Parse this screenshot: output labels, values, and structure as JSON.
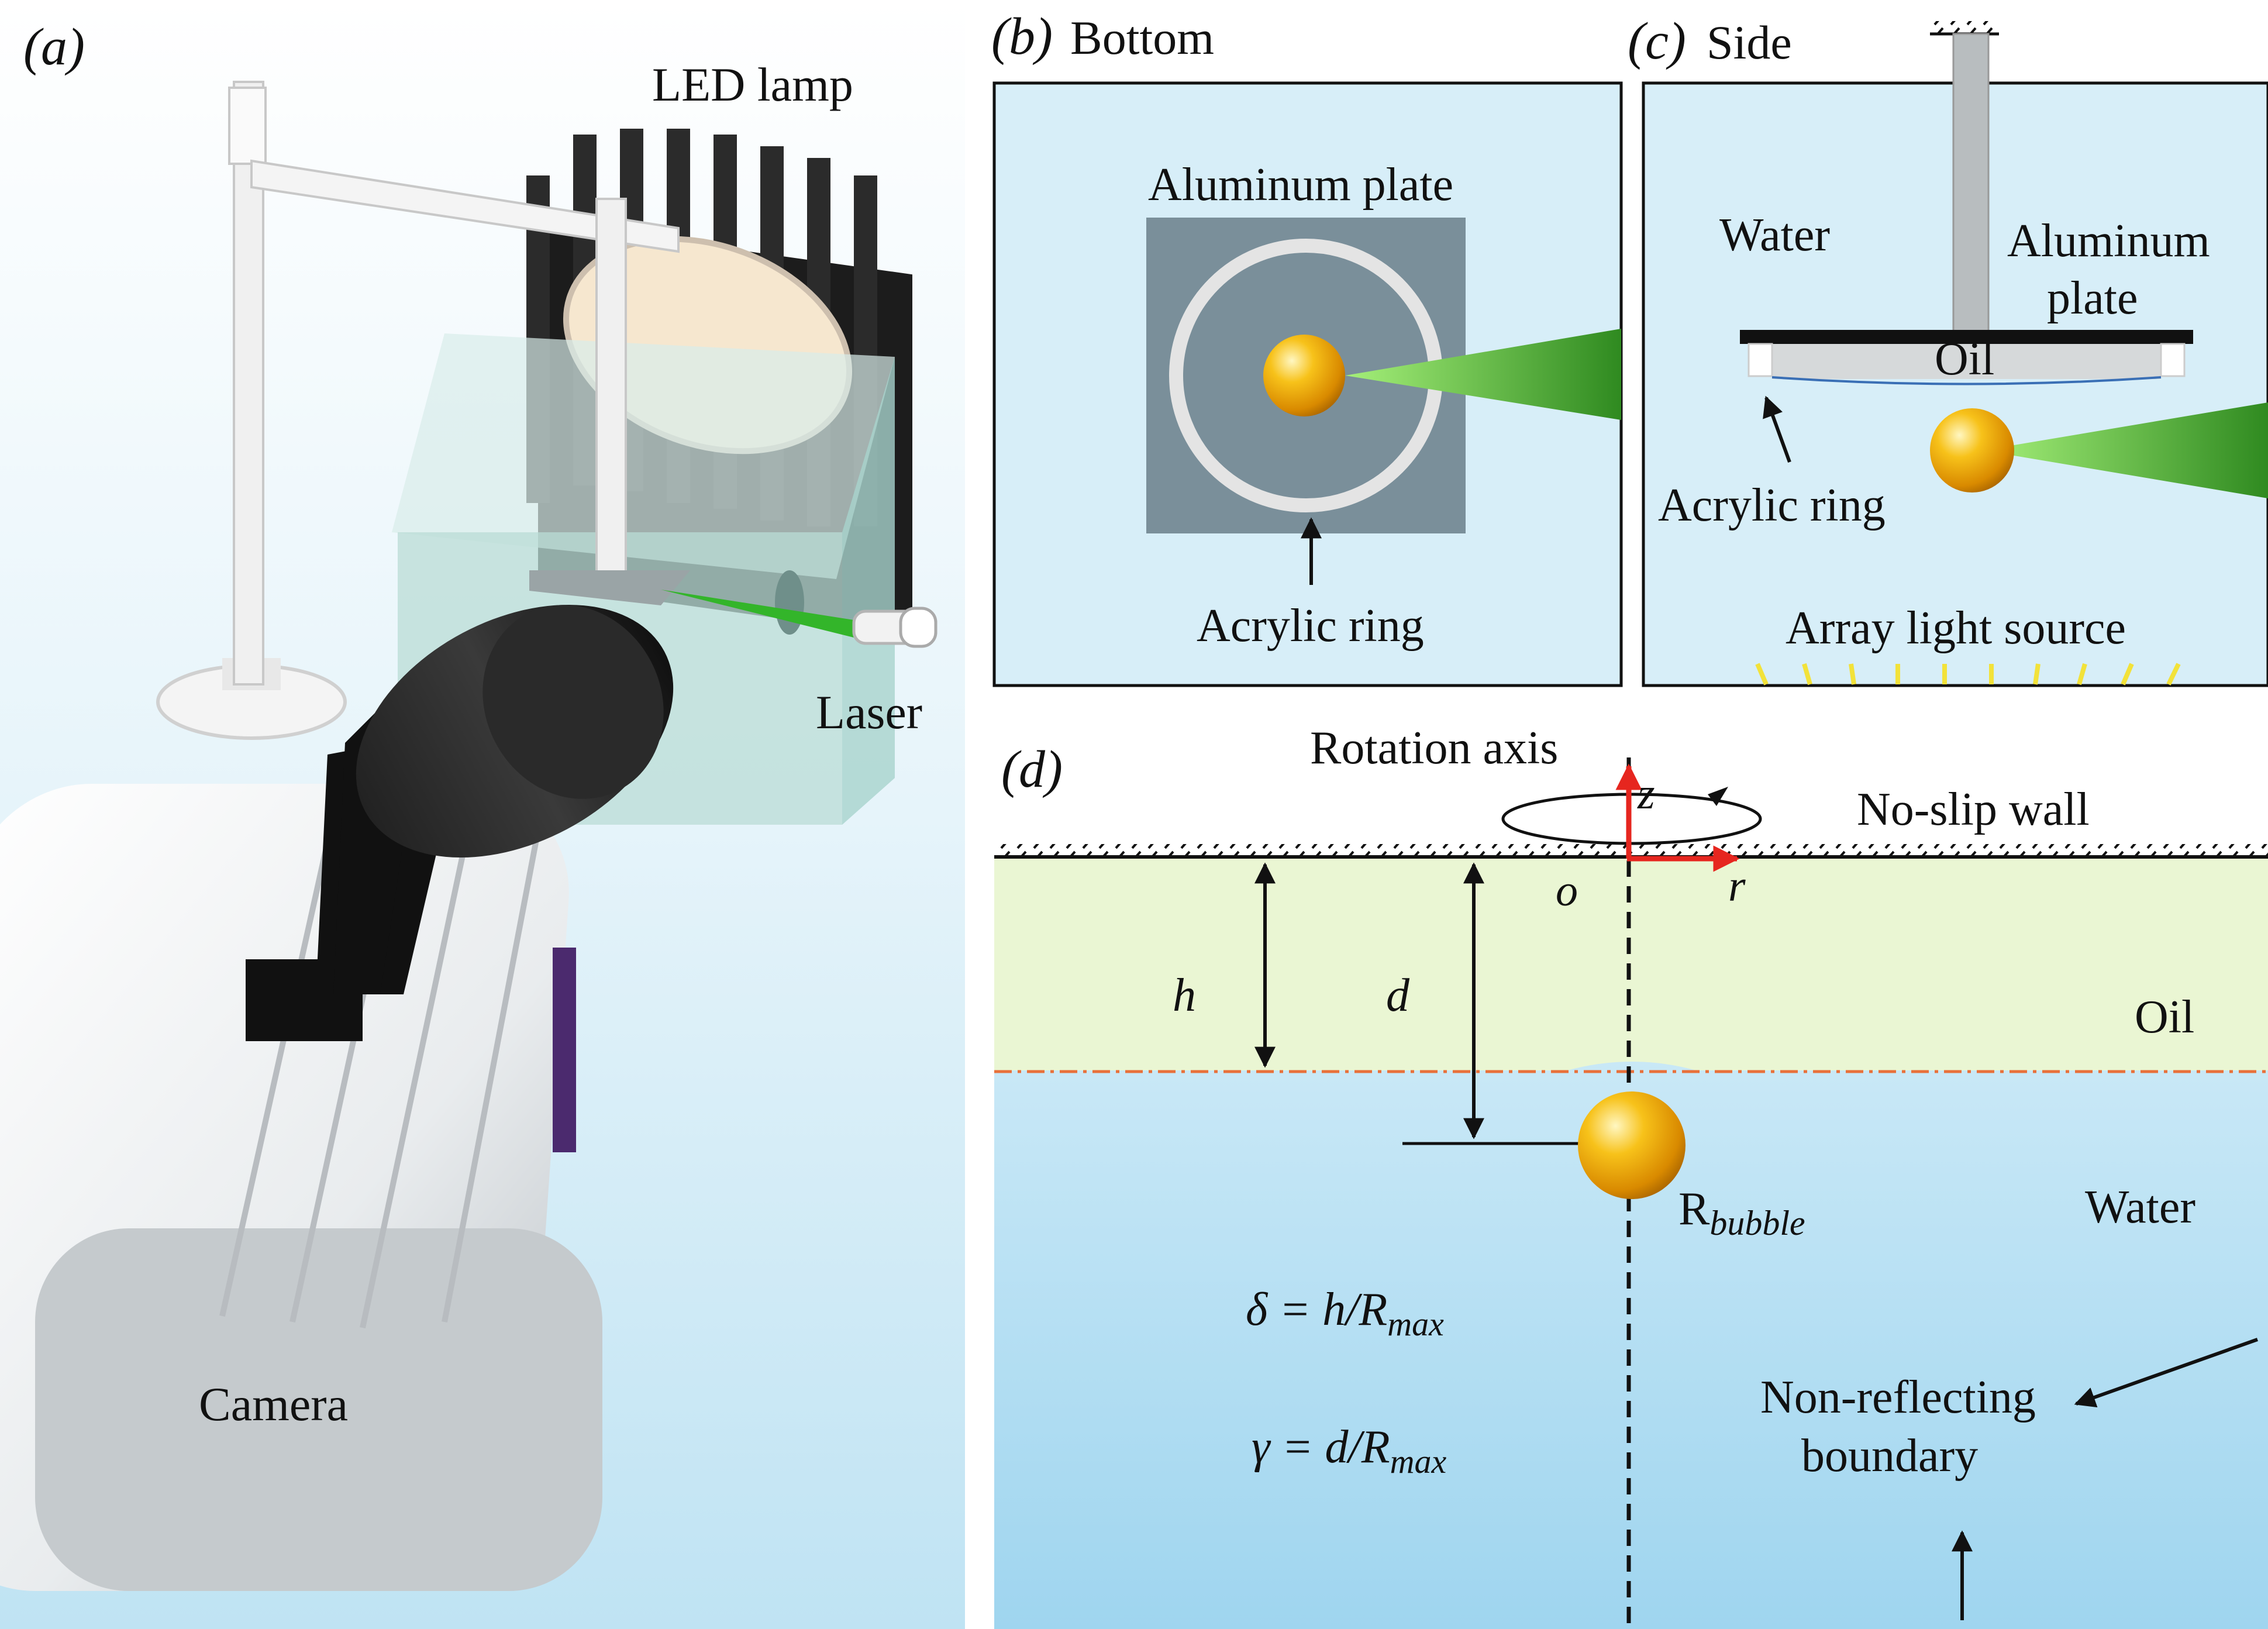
{
  "panel_a": {
    "tag": "(a)",
    "led_lamp": "LED lamp",
    "laser": "Laser",
    "camera": "Camera"
  },
  "panel_b": {
    "tag": "(b)",
    "view": "Bottom",
    "aluminum_plate": "Aluminum plate",
    "acrylic_ring": "Acrylic ring"
  },
  "panel_c": {
    "tag": "(c)",
    "view": "Side",
    "water": "Water",
    "aluminum_plate_1": "Aluminum",
    "aluminum_plate_2": "plate",
    "oil": "Oil",
    "acrylic_ring": "Acrylic ring",
    "array_light_source": "Array light source"
  },
  "panel_d": {
    "tag": "(d)",
    "rotation_axis": "Rotation axis",
    "no_slip_wall": "No-slip wall",
    "z": "z",
    "r": "r",
    "o": "o",
    "h": "h",
    "d": "d",
    "oil": "Oil",
    "water": "Water",
    "r_bubble_main": "R",
    "r_bubble_sub": "bubble",
    "delta_eq_lhs": "δ = h/R",
    "delta_eq_sub": "max",
    "gamma_eq_lhs": "γ = d/R",
    "gamma_eq_sub": "max",
    "non_reflecting_1": "Non-reflecting",
    "non_reflecting_2": "boundary"
  },
  "colors": {
    "water_light": "#dff2fa",
    "water_blue": "#bfe4f3",
    "plate_gray": "#7a8f9a",
    "oil_green": "#eaf6d3",
    "laser_green": "#5cc43a",
    "bubble_gold": "#f0a800",
    "axis_red": "#e6261f",
    "interface_orange": "#e8703a"
  }
}
